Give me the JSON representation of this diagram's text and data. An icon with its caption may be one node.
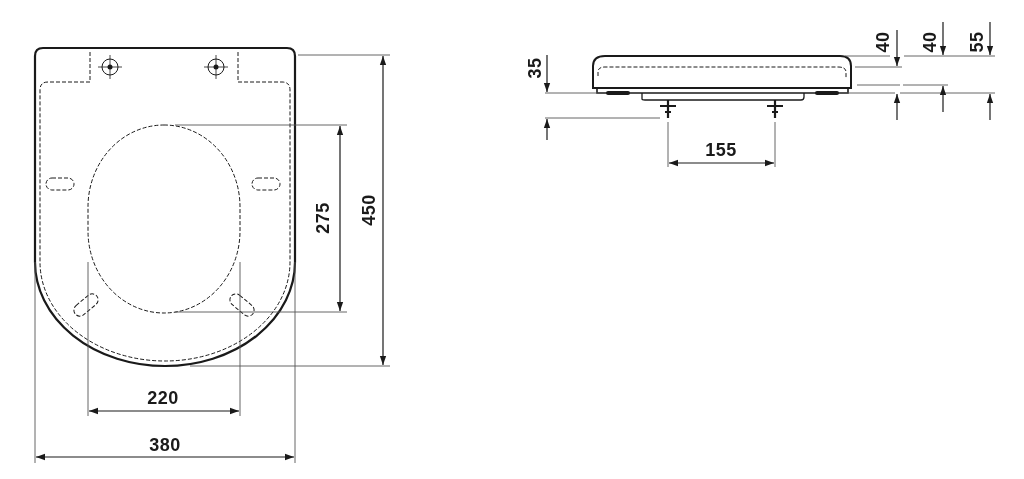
{
  "diagram": {
    "labels": [
      "40",
      "40",
      "55",
      "35",
      "155",
      "275",
      "450",
      "220",
      "380"
    ]
  }
}
